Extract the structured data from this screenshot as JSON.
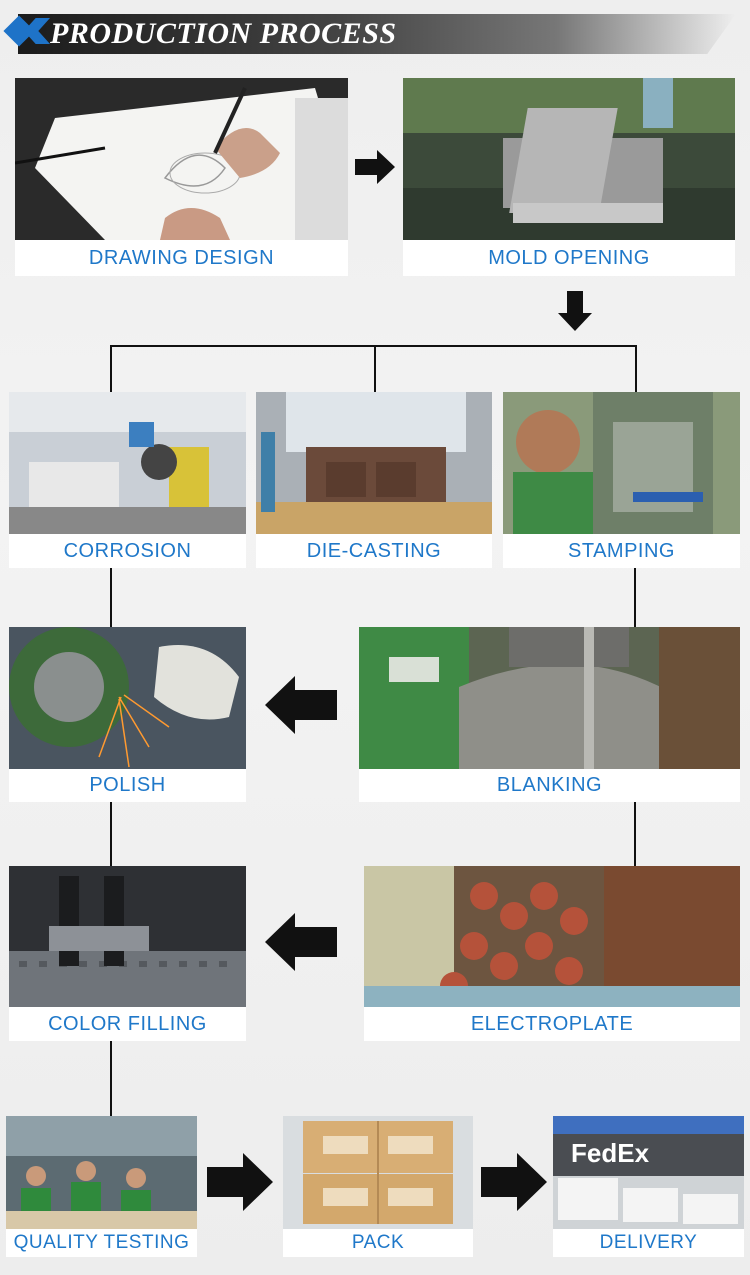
{
  "header": {
    "title": "PRODUCTION PROCESS"
  },
  "steps": {
    "drawing_design": "DRAWING DESIGN",
    "mold_opening": "MOLD OPENING",
    "corrosion": "CORROSION",
    "die_casting": "DIE-CASTING",
    "stamping": "STAMPING",
    "polish": "POLISH",
    "blanking": "BLANKING",
    "color_filling": "COLOR FILLING",
    "electroplate": "ELECTROPLATE",
    "quality_testing": "QUALITY TESTING",
    "pack": "PACK",
    "delivery": "DELIVERY"
  },
  "photo_text": {
    "fedex": "FedEx"
  },
  "icons": [
    "arrow-right-icon",
    "arrow-down-icon",
    "arrow-left-icon"
  ],
  "colors": {
    "caption": "#1f78c9",
    "banner_accent": "#1e73c8",
    "banner": "#1b1b1b",
    "arrow": "#111111"
  }
}
